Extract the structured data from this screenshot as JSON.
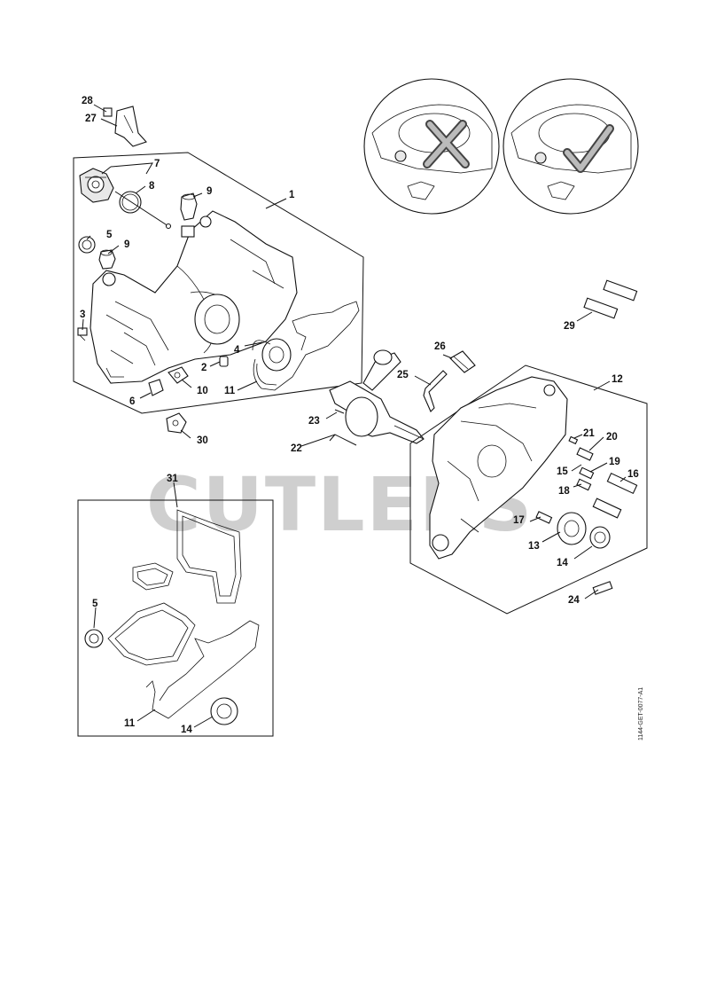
{
  "diagram": {
    "watermark": "CUTLERS",
    "document_number": "1144-GET-0077-A1",
    "callouts": {
      "c1": "1",
      "c2": "2",
      "c3": "3",
      "c4": "4",
      "c5a": "5",
      "c5b": "5",
      "c6": "6",
      "c7": "7",
      "c8": "8",
      "c9a": "9",
      "c9b": "9",
      "c10": "10",
      "c11a": "11",
      "c11b": "11",
      "c12": "12",
      "c13": "13",
      "c14a": "14",
      "c14b": "14",
      "c15": "15",
      "c16": "16",
      "c17": "17",
      "c18": "18",
      "c19": "19",
      "c20": "20",
      "c21": "21",
      "c22": "22",
      "c23": "23",
      "c24": "24",
      "c25": "25",
      "c26": "26",
      "c27": "27",
      "c28": "28",
      "c29": "29",
      "c30": "30",
      "c31": "31"
    },
    "detail_views": [
      {
        "name": "incorrect-orientation",
        "mark": "cross"
      },
      {
        "name": "correct-orientation",
        "mark": "check"
      }
    ]
  }
}
